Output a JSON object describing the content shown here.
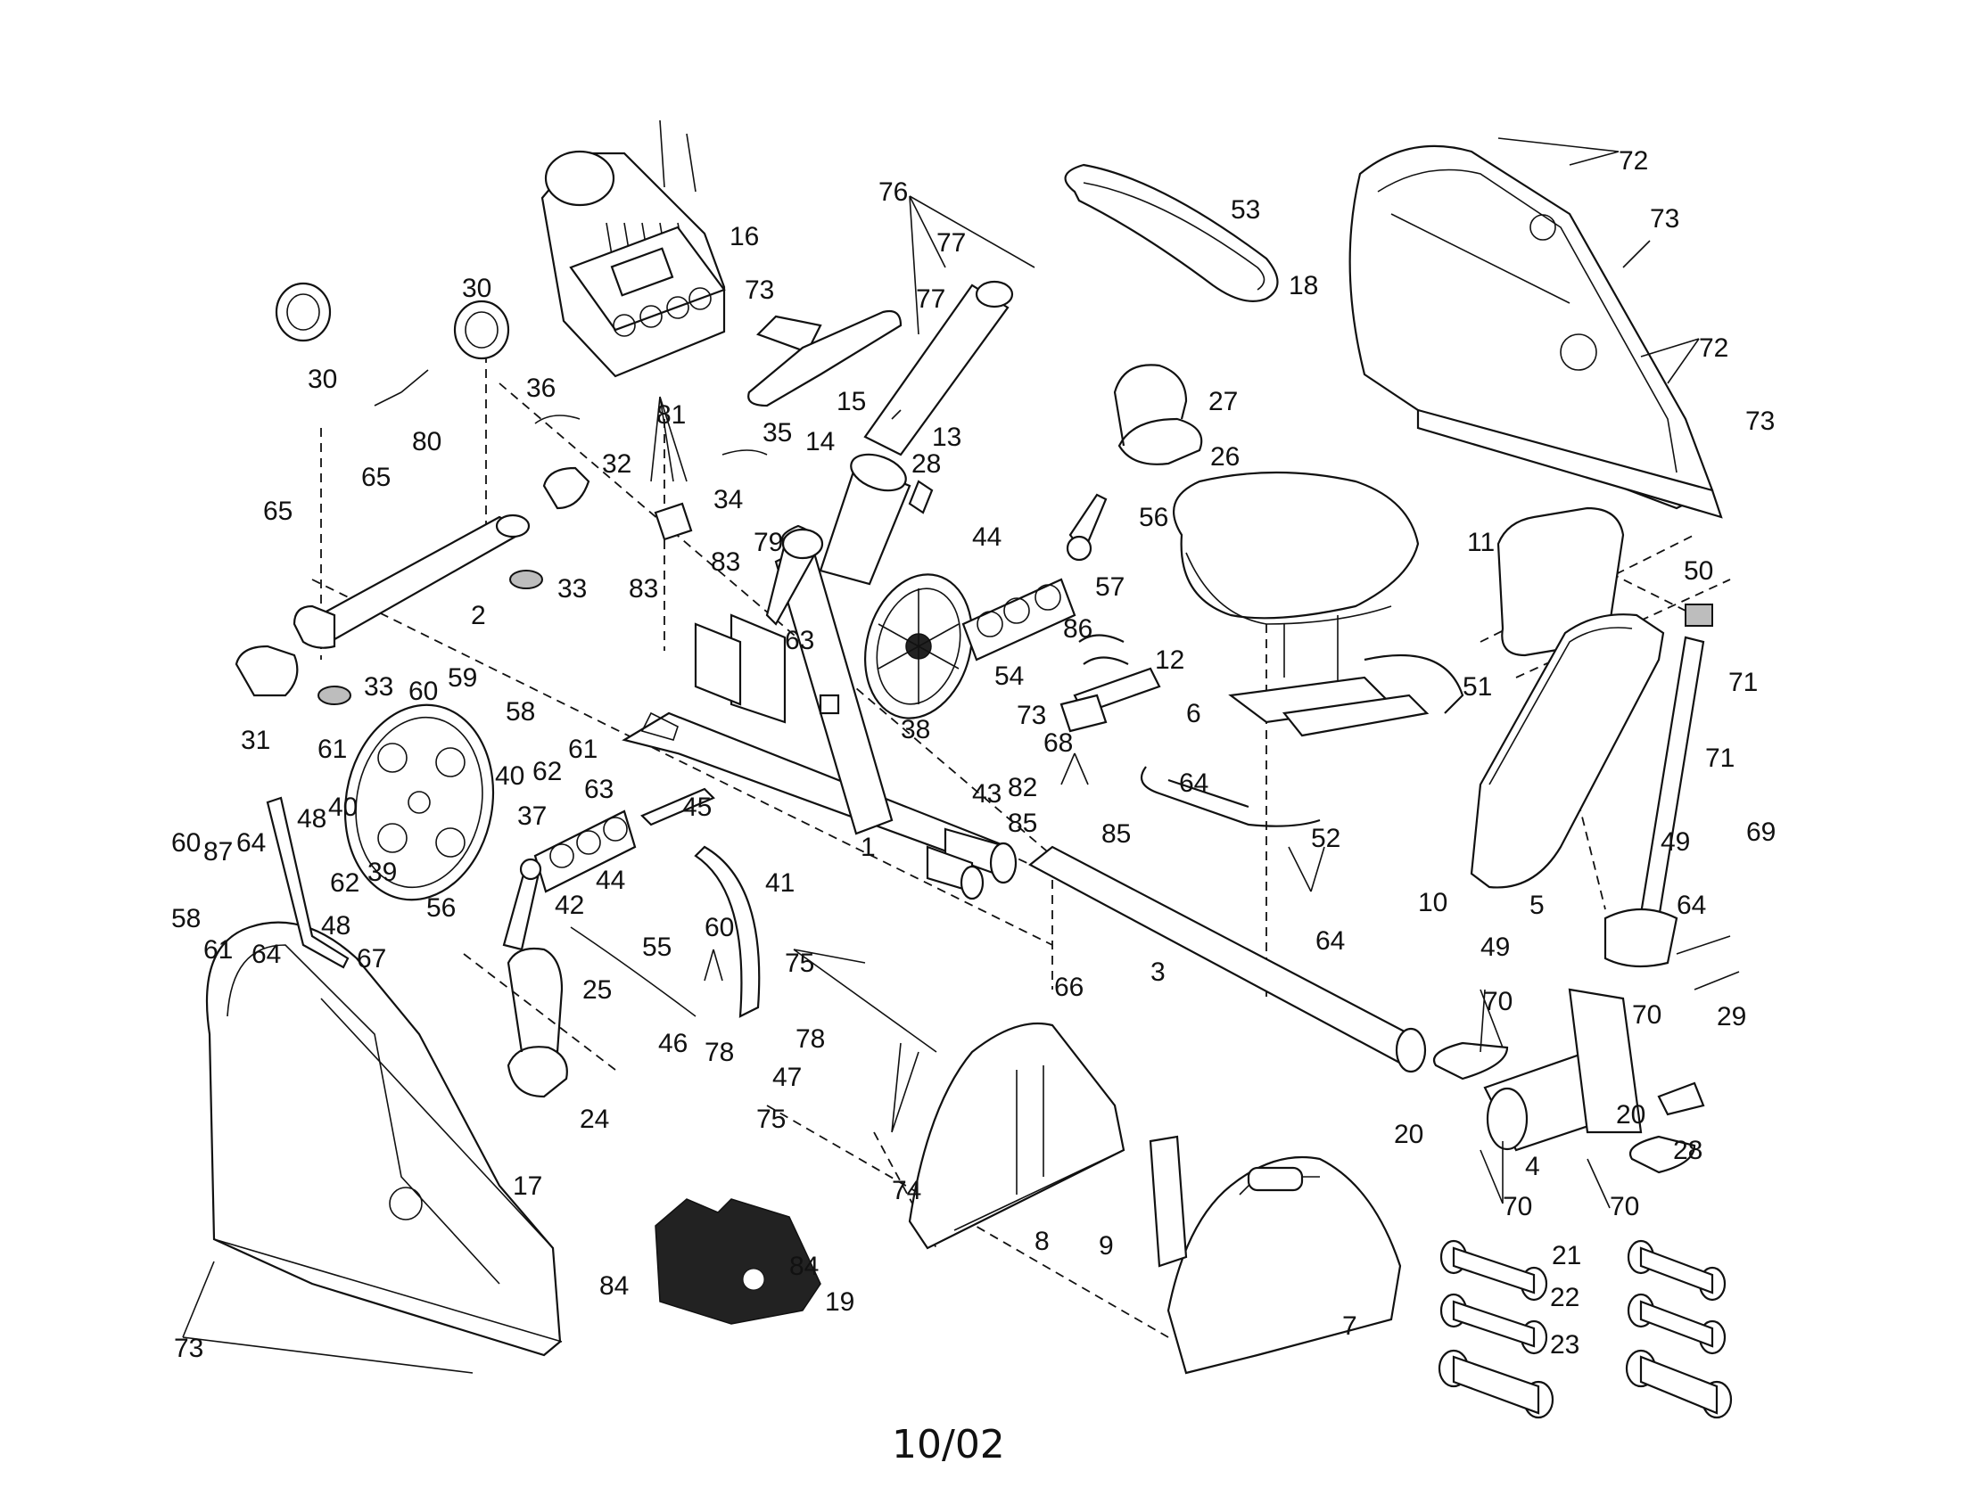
{
  "footer": {
    "date_code": "10/02"
  },
  "part_numbers": [
    "1",
    "2",
    "3",
    "4",
    "5",
    "6",
    "7",
    "8",
    "9",
    "10",
    "11",
    "12",
    "13",
    "14",
    "15",
    "16",
    "17",
    "18",
    "19",
    "20",
    "21",
    "22",
    "23",
    "24",
    "25",
    "26",
    "27",
    "28",
    "29",
    "30",
    "31",
    "32",
    "33",
    "34",
    "35",
    "36",
    "37",
    "38",
    "39",
    "40",
    "41",
    "42",
    "43",
    "44",
    "45",
    "46",
    "47",
    "48",
    "49",
    "50",
    "51",
    "52",
    "53",
    "54",
    "55",
    "56",
    "57",
    "58",
    "59",
    "60",
    "61",
    "62",
    "63",
    "64",
    "65",
    "66",
    "67",
    "68",
    "69",
    "70",
    "71",
    "72",
    "73",
    "74",
    "75",
    "76",
    "77",
    "78",
    "79",
    "80",
    "81",
    "82",
    "83",
    "84",
    "85",
    "86",
    "87"
  ]
}
